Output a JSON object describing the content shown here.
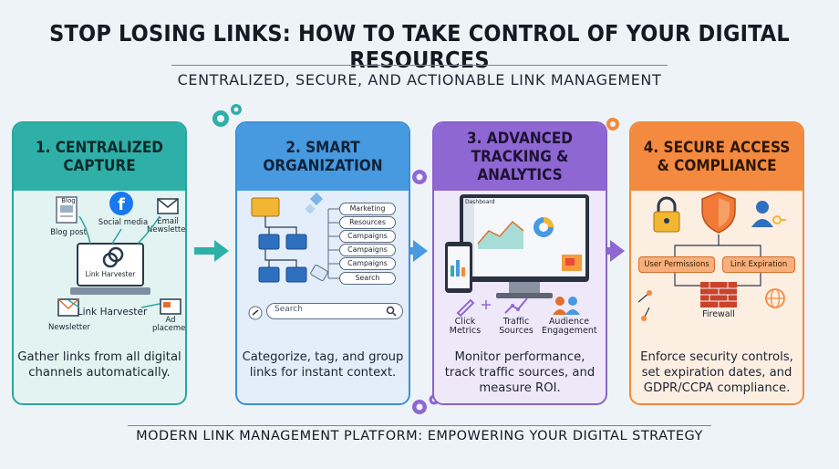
{
  "title": "STOP LOSING LINKS: HOW TO TAKE CONTROL OF YOUR DIGITAL RESOURCES",
  "subtitle": "CENTRALIZED, SECURE, AND ACTIONABLE LINK MANAGEMENT",
  "footer": "MODERN LINK MANAGEMENT PLATFORM: EMPOWERING YOUR DIGITAL STRATEGY",
  "colors": {
    "teal": "#2eb0a8",
    "blue": "#4799e0",
    "purple": "#8e67d2",
    "orange": "#f48a3f"
  },
  "cards": [
    {
      "heading": "1. CENTRALIZED CAPTURE",
      "description": "Gather links from all digital channels automatically.",
      "labels": {
        "blog": "Blog",
        "blog_post": "Blog post",
        "social_media": "Social media",
        "email_newsletter": "Email Newsletter",
        "screen_label": "Link Harvester",
        "link_harvester": "Link Harvester",
        "newsletter": "Newsletter",
        "ad_placement": "Ad placement"
      }
    },
    {
      "heading": "2. SMART ORGANIZATION",
      "description": "Categorize, tag, and group links for instant context.",
      "tags": [
        "Marketing",
        "Resources",
        "Campaigns",
        "Campaigns",
        "Campaigns",
        "Search"
      ],
      "search_placeholder": "Search"
    },
    {
      "heading": "3. ADVANCED TRACKING & ANALYTICS",
      "description": "Monitor performance, track traffic sources, and measure ROI.",
      "metrics": [
        "Click Metrics",
        "Traffic Sources",
        "Audience Engagement"
      ],
      "dashboard_label": "Dashboard"
    },
    {
      "heading": "4. SECURE ACCESS & COMPLIANCE",
      "description": "Enforce security controls, set expiration dates, and GDPR/CCPA compliance.",
      "pills": [
        "User Permissions",
        "Link Expiration"
      ],
      "firewall": "Firewall"
    }
  ]
}
